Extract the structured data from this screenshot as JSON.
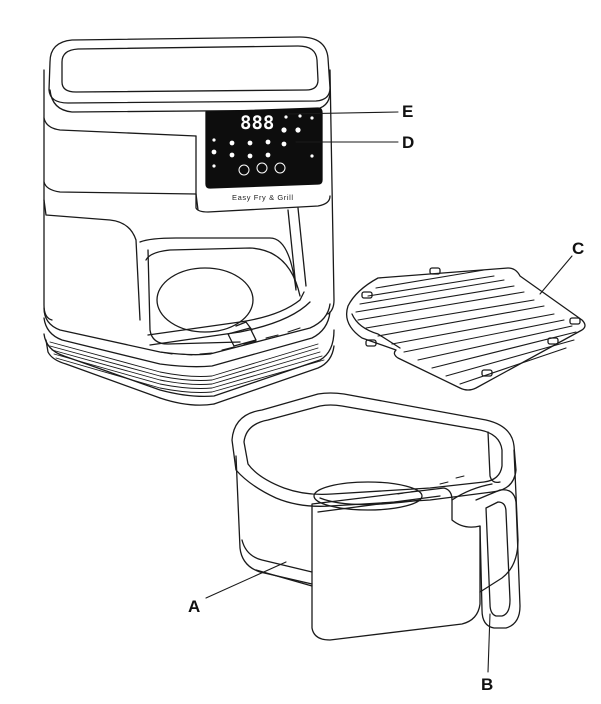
{
  "callouts": {
    "a": "A",
    "b": "B",
    "c": "C",
    "d": "D",
    "e": "E"
  },
  "panel": {
    "display": "888",
    "brand": "Easy Fry & Grill"
  },
  "colors": {
    "line": "#1a1a1a",
    "panel": "#0d0d0d",
    "paper": "#ffffff"
  }
}
